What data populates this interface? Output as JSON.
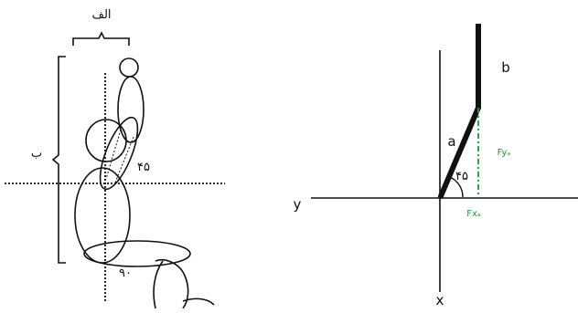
{
  "left_figure": {
    "bracket_top_label": "الف",
    "bracket_left_label": "ب",
    "angle_upper_label": "۴۵",
    "angle_lower_label": "۹۰"
  },
  "right_figure": {
    "segment_a_label": "a",
    "segment_b_label": "b",
    "angle_label": "۴۵",
    "vertical_component_label": "Fyₐ",
    "horizontal_component_label": "Fxₐ",
    "axis_y_label": "y",
    "axis_x_label": "x",
    "component_color": "#1f9a3a"
  }
}
